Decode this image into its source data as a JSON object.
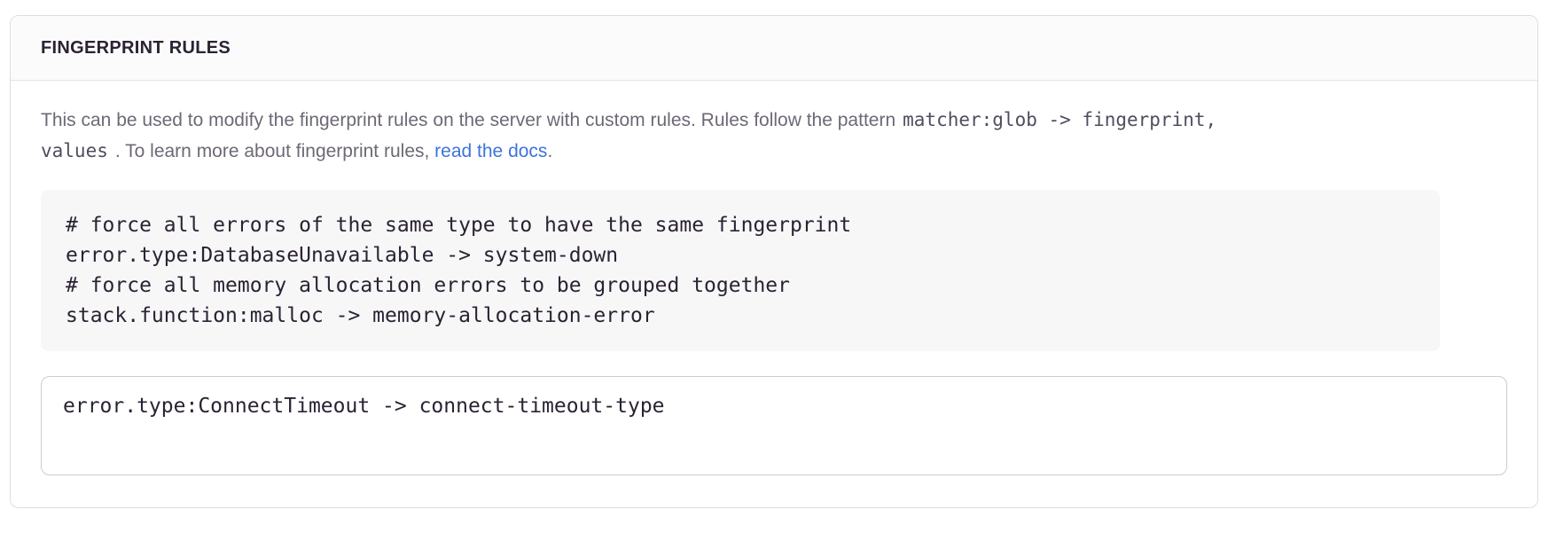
{
  "panel": {
    "title": "FINGERPRINT RULES",
    "description": {
      "line1_text": "This can be used to modify the fingerprint rules on the server with custom rules. Rules follow the pattern",
      "line1_code": "matcher:glob -> fingerprint,",
      "line2_code": "values",
      "line2_text": ". To learn more about fingerprint rules,",
      "link_text": "read the docs",
      "after_link": "."
    },
    "example": {
      "lines": [
        "# force all errors of the same type to have the same fingerprint",
        "error.type:DatabaseUnavailable -> system-down",
        "# force all memory allocation errors to be grouped together",
        "stack.function:malloc -> memory-allocation-error"
      ]
    },
    "rules_input": {
      "value": "error.type:ConnectTimeout -> connect-timeout-type"
    }
  },
  "colors": {
    "panel_border": "#dfdbe6",
    "header_bg": "#fbfbfc",
    "title_text": "#2b2233",
    "body_text": "#6e6876",
    "link": "#3d74db",
    "pre_bg": "#f7f7f8",
    "code_text": "#2b2233",
    "textarea_border": "#cfc9d6"
  }
}
